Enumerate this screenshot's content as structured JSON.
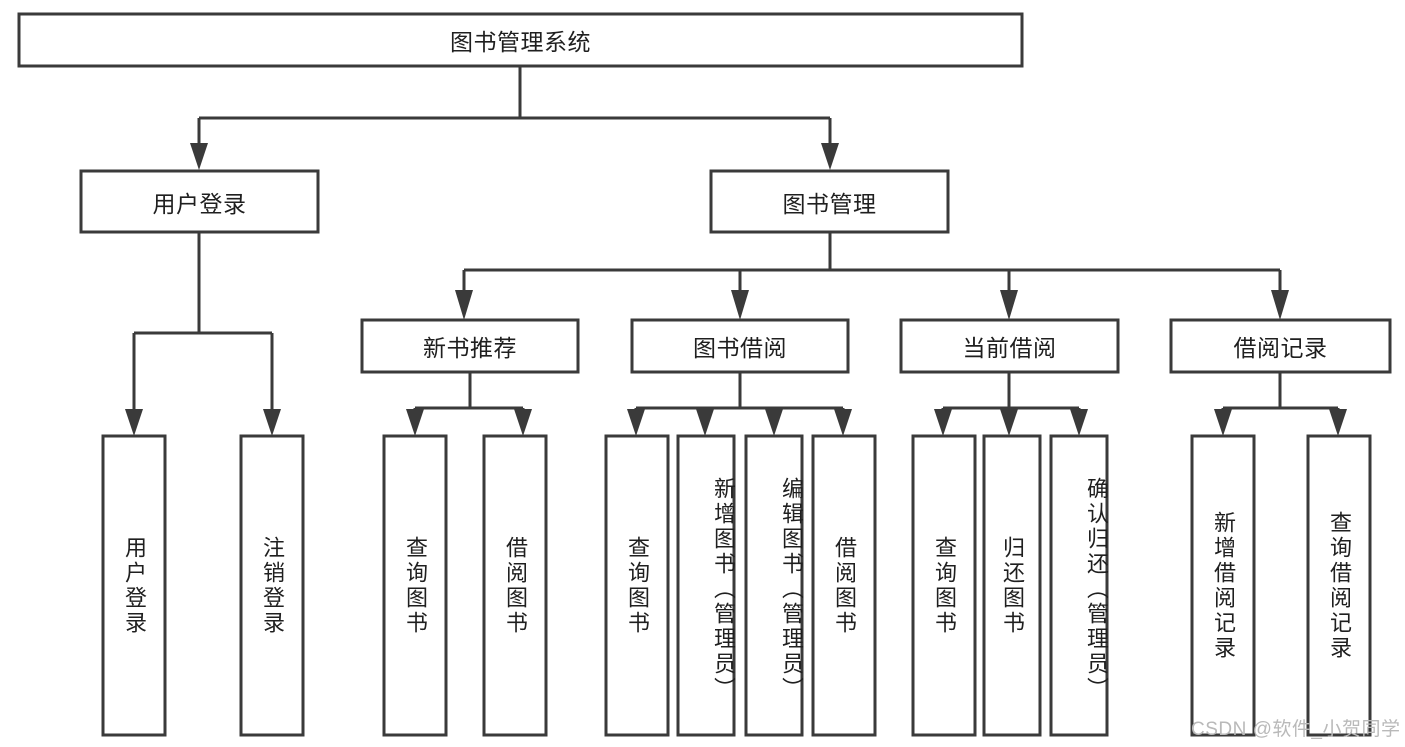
{
  "diagram": {
    "type": "hierarchy-tree",
    "title": "图书管理系统",
    "colors": {
      "box_stroke": "#3a3a3a",
      "box_fill": "#ffffff",
      "text": "#1f1f1f",
      "watermark": "#b9b9b9",
      "background": "#ffffff"
    },
    "root": {
      "label": "图书管理系统"
    },
    "level2": [
      {
        "label": "用户登录"
      },
      {
        "label": "图书管理"
      }
    ],
    "level3": [
      {
        "label": "新书推荐"
      },
      {
        "label": "图书借阅"
      },
      {
        "label": "当前借阅"
      },
      {
        "label": "借阅记录"
      }
    ],
    "leaves": {
      "user_login": [
        {
          "label": "用户登录"
        },
        {
          "label": "注销登录"
        }
      ],
      "new_book_recommend": [
        {
          "label": "查询图书"
        },
        {
          "label": "借阅图书"
        }
      ],
      "book_borrow": [
        {
          "label": "查询图书"
        },
        {
          "label": "新增图书（管理员）"
        },
        {
          "label": "编辑图书（管理员）"
        },
        {
          "label": "借阅图书"
        }
      ],
      "current_borrow": [
        {
          "label": "查询图书"
        },
        {
          "label": "归还图书"
        },
        {
          "label": "确认归还（管理员）"
        }
      ],
      "borrow_record": [
        {
          "label": "新增借阅记录"
        },
        {
          "label": "查询借阅记录"
        }
      ]
    }
  },
  "watermark": {
    "text": "CSDN @软件_小贺同学"
  }
}
